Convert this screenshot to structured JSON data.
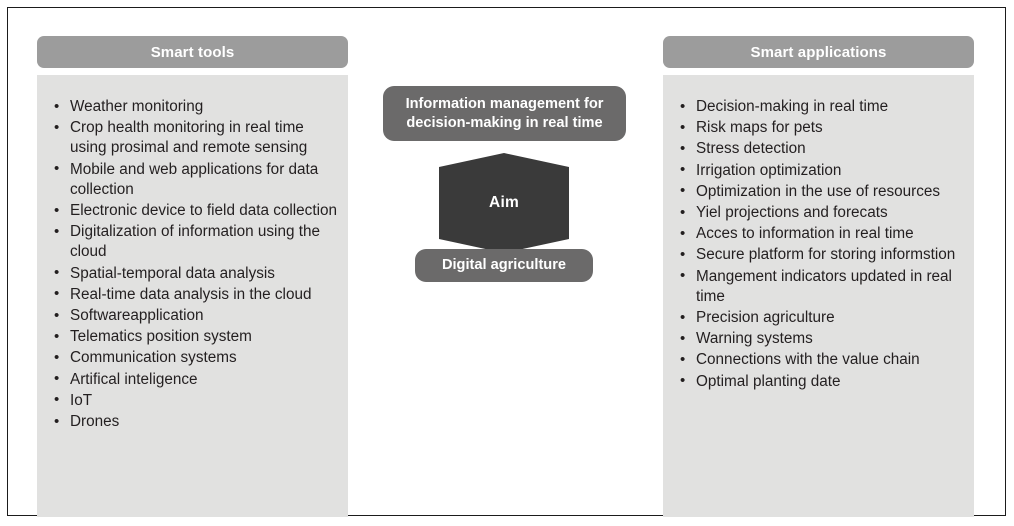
{
  "figure": {
    "colors": {
      "header_gray": "#9c9c9c",
      "panel_gray": "#e1e1e0",
      "pill_gray": "#6b6a6a",
      "hexagon_dark": "#3a3a3a",
      "text_dark": "#231f20",
      "frame_black": "#1b1b1b",
      "text_light": "#ffffff"
    }
  },
  "left_column": {
    "header": "Smart tools",
    "items": [
      "Weather monitoring",
      "Crop health monitoring in real time using prosimal and remote sensing",
      "Mobile and web applications for data collection",
      "Electronic device to field data collection",
      "Digitalization of information using the cloud",
      "Spatial-temporal data analysis",
      "Real-time data analysis in the cloud",
      "Softwareapplication",
      "Telematics position system",
      "Communication systems",
      "Artifical inteligence",
      "IoT",
      "Drones"
    ]
  },
  "right_column": {
    "header": "Smart applications",
    "items": [
      "Decision-making in real time",
      "Risk maps for pets",
      "Stress detection",
      "Irrigation optimization",
      "Optimization in the use of resources",
      "Yiel projections and forecats",
      "Acces to information in real time",
      "Secure platform for storing informstion",
      "Mangement indicators updated in real time",
      "Precision agriculture",
      "Warning systems",
      "Connections with the value chain",
      "Optimal planting date"
    ]
  },
  "centre": {
    "top_box": "Information management for decision-making in real time",
    "hexagon_label": "Aim",
    "bottom_box": "Digital agriculture"
  }
}
